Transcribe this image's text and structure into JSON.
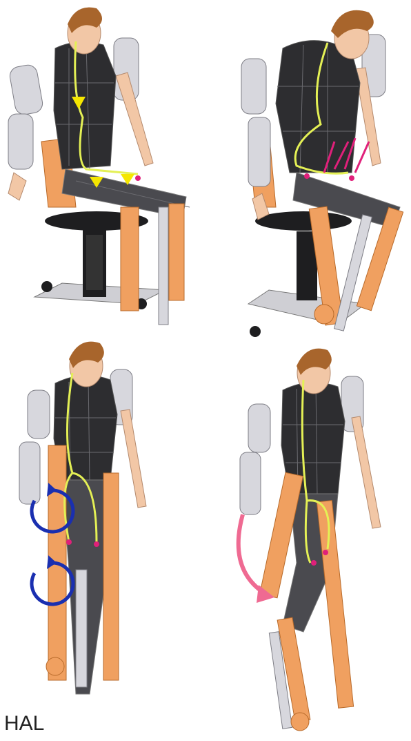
{
  "caption": "HAL",
  "colors": {
    "skin": "#f2c7a6",
    "hair": "#a8652c",
    "suit": "#2d2d30",
    "suit_grid": "#6b6b70",
    "frame": "#f0a060",
    "frame_dark": "#b86a2a",
    "metal": "#d7d7dd",
    "metal_edge": "#7d7d85",
    "chair": "#1e1e20",
    "nerve_line": "#e4f055",
    "arrow_yellow": "#f5e600",
    "sensor_pink": "#e0207a",
    "rotate_blue": "#1a2fb0",
    "swing_pink": "#ef6a92"
  },
  "panels": [
    {
      "id": "sitting",
      "pose": "seated",
      "arrows": "yellow-down"
    },
    {
      "id": "rising",
      "pose": "leaning-forward",
      "arrows": "pink-up"
    },
    {
      "id": "standing",
      "pose": "standing",
      "arrows": "blue-rotation"
    },
    {
      "id": "walking",
      "pose": "stepping",
      "arrows": "pink-swing"
    }
  ]
}
